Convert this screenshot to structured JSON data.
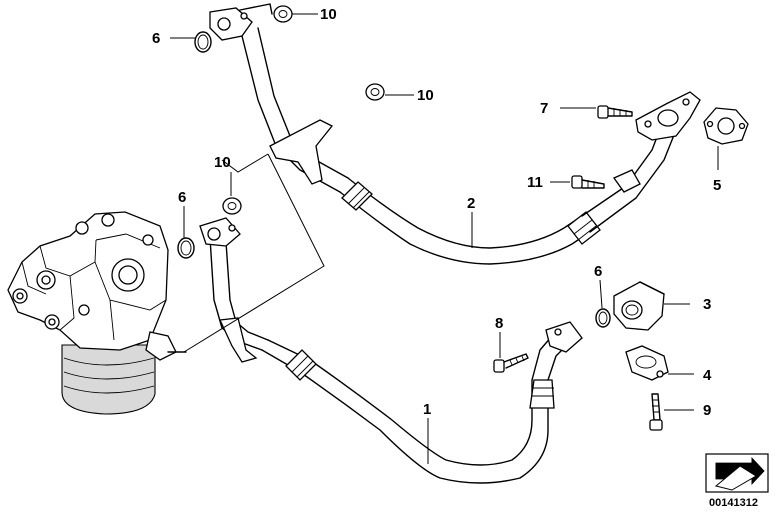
{
  "callouts": {
    "c1": "1",
    "c2": "2",
    "c3": "3",
    "c4": "4",
    "c5": "5",
    "c6a": "6",
    "c6b": "6",
    "c6c": "6",
    "c7": "7",
    "c8": "8",
    "c9": "9",
    "c10a": "10",
    "c10b": "10",
    "c10c": "10",
    "c11": "11"
  },
  "diagram_code": "00141312"
}
